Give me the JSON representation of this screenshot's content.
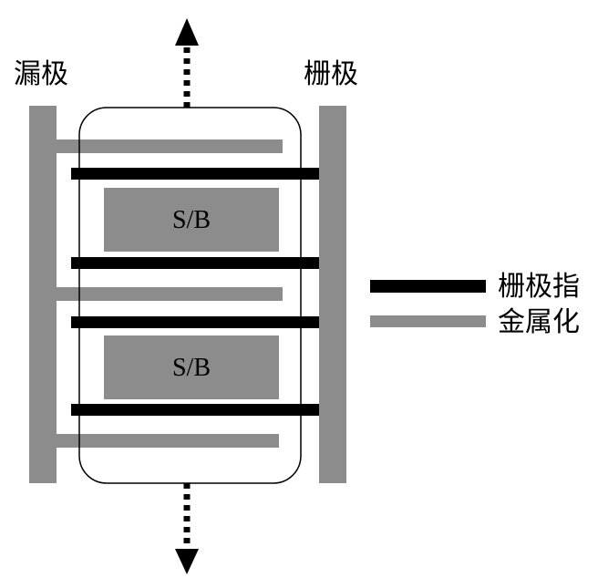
{
  "labels": {
    "drain": "漏极",
    "gate": "栅极"
  },
  "cells": [
    {
      "label": "S/B"
    },
    {
      "label": "S/B"
    }
  ],
  "legend": {
    "items": [
      {
        "label": "栅极指",
        "color": "#000000"
      },
      {
        "label": "金属化",
        "color": "#8c8c8c"
      }
    ]
  },
  "colors": {
    "metal": "#8c8c8c",
    "gate_finger": "#000000",
    "outline": "#000000",
    "arrow": "#000000"
  },
  "icons": {
    "arrow_up": "dotted-arrow-up-icon",
    "arrow_down": "dotted-arrow-down-icon"
  }
}
